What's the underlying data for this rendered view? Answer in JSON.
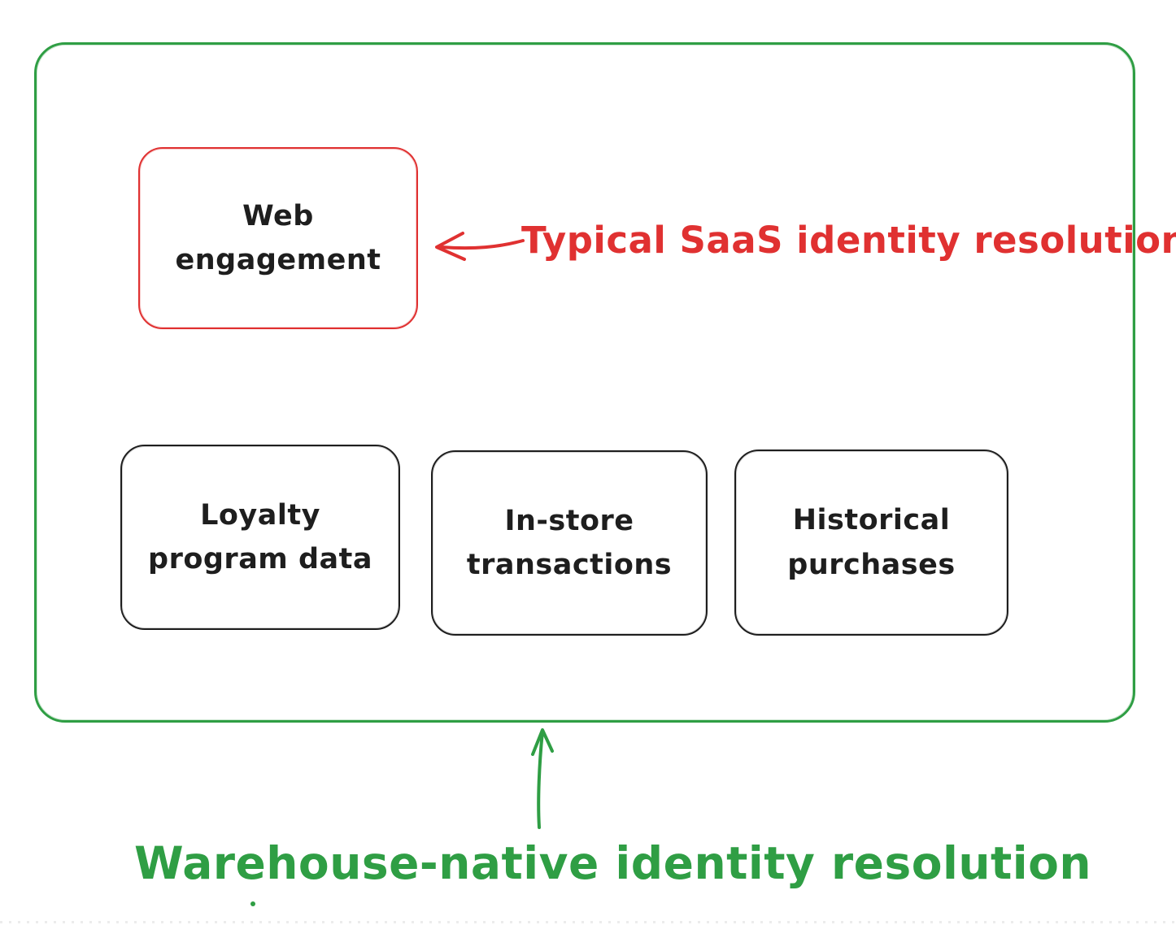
{
  "colors": {
    "green": "#2f9e44",
    "red": "#e03131",
    "ink": "#1e1e1e",
    "background": "#ffffff"
  },
  "boxes": {
    "web_engagement": {
      "label": "Web\nengagement"
    },
    "loyalty": {
      "label": "Loyalty\nprogram data"
    },
    "in_store": {
      "label": "In-store\ntransactions"
    },
    "historical": {
      "label": "Historical\npurchases"
    }
  },
  "annotations": {
    "saas": {
      "text": "Typical SaaS identity resolution",
      "color": "#e03131"
    },
    "warehouse": {
      "text": "Warehouse-native identity resolution",
      "color": "#2f9e44"
    }
  },
  "icons": {
    "red_arrow": "left-arrow",
    "green_arrow": "up-arrow"
  }
}
